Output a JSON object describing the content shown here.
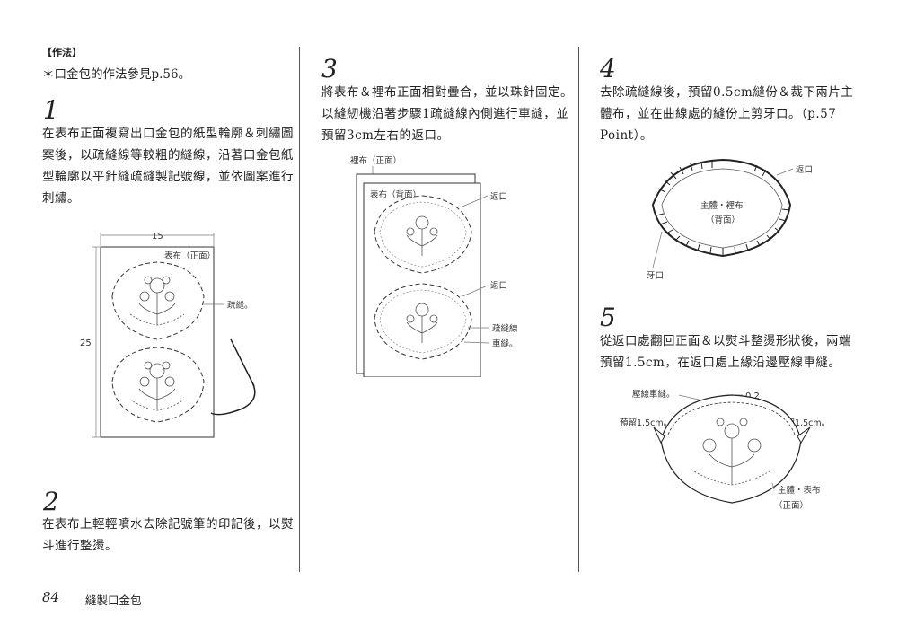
{
  "col1": {
    "heading": "【作法】",
    "ref_note": "＊口金包的作法參見p.56。",
    "step1": {
      "num": "1",
      "lines": [
        "在表布正面複寫出口金包的紙型輪廓＆刺繡圖",
        "案後，以疏縫線等較粗的縫線，沿著口金包紙",
        "型輪廓以平針縫疏縫製記號線，並依圖案進行",
        "刺繡。"
      ]
    },
    "fig1": {
      "width_label": "15",
      "height_label": "25",
      "fabric_label": "表布（正面）",
      "basting_label": "疏縫。"
    },
    "step2": {
      "num": "2",
      "lines": [
        "在表布上輕輕噴水去除記號筆的印記後，以熨",
        "斗進行整燙。"
      ]
    }
  },
  "col2": {
    "step3": {
      "num": "3",
      "lines": [
        "將表布＆裡布正面相對疊合，並以珠針固定。",
        "以縫紉機沿著步驟1疏縫線內側進行車縫，並",
        "預留3cm左右的返口。"
      ]
    },
    "fig3": {
      "lining_label": "裡布（正面）",
      "outer_label": "表布（背面）",
      "opening_label_1": "返口",
      "opening_label_2": "返口",
      "basting_label": "疏縫線",
      "sewing_label": "車縫。"
    }
  },
  "col3": {
    "step4": {
      "num": "4",
      "lines": [
        "去除疏縫線後，預留0.5cm縫份＆裁下兩片主",
        "體布，並在曲線處的縫份上剪牙口。（p.57",
        "Point）。"
      ]
    },
    "fig4": {
      "opening_label": "返口",
      "body_label_1": "主體・裡布",
      "body_label_2": "（背面）",
      "notch_label": "牙口"
    },
    "step5": {
      "num": "5",
      "lines": [
        "從返口處翻回正面＆以熨斗整燙形狀後，兩端",
        "預留1.5cm，在返口處上緣沿邊壓線車縫。"
      ]
    },
    "fig5": {
      "topstitch_label": "壓線車縫。",
      "value_label": "0.2",
      "left_margin_label": "預留1.5cm。",
      "right_margin_label": "預留1.5cm。",
      "body_label_1": "主體・表布",
      "body_label_2": "（正面）"
    }
  },
  "footer": {
    "page_number": "84",
    "title": "縫製口金包"
  }
}
